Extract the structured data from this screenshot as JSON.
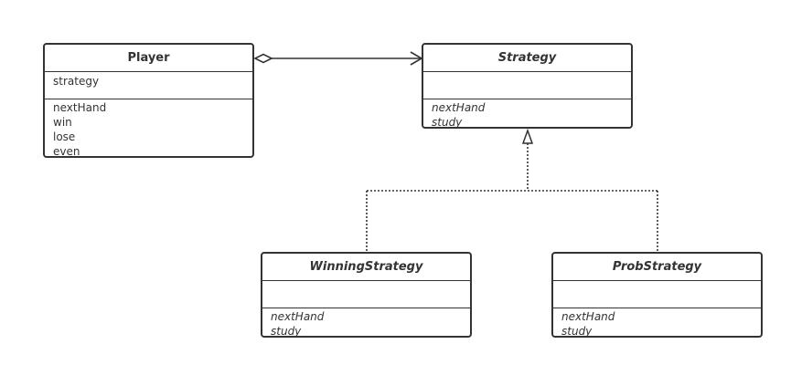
{
  "classes": {
    "player": {
      "name": "Player",
      "fields": [
        "strategy"
      ],
      "methods": [
        "nextHand",
        "win",
        "lose",
        "even"
      ]
    },
    "strategy": {
      "name": "Strategy",
      "fields": [],
      "methods": [
        "nextHand",
        "study"
      ]
    },
    "winning_strategy": {
      "name": "WinningStrategy",
      "fields": [],
      "methods": [
        "nextHand",
        "study"
      ]
    },
    "prob_strategy": {
      "name": "ProbStrategy",
      "fields": [],
      "methods": [
        "nextHand",
        "study"
      ]
    }
  },
  "relationships": [
    {
      "type": "aggregation",
      "from": "Player",
      "to": "Strategy"
    },
    {
      "type": "realization",
      "from": "WinningStrategy",
      "to": "Strategy"
    },
    {
      "type": "realization",
      "from": "ProbStrategy",
      "to": "Strategy"
    }
  ],
  "colors": {
    "line": "#333333",
    "background": "#ffffff"
  }
}
